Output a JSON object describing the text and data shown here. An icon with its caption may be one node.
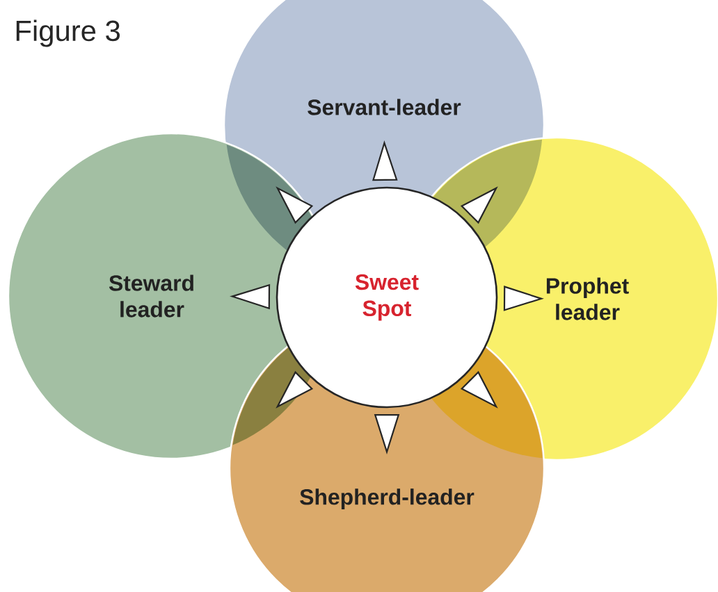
{
  "diagram": {
    "title": "Figure 3",
    "nodes": [
      {
        "text": [
          "Servant-leader"
        ]
      },
      {
        "text": [
          "Steward leader"
        ]
      },
      {
        "text": [
          "Prophet leader"
        ]
      },
      {
        "text": [
          "Shepherd-leader"
        ]
      },
      {
        "text": [
          "Sweet Spot"
        ]
      }
    ],
    "edges": [
      {
        "from": 4,
        "to": 0,
        "arrow": "to"
      },
      {
        "from": 4,
        "to": 1,
        "arrow": "to"
      },
      {
        "from": 4,
        "to": 2,
        "arrow": "to"
      },
      {
        "from": 4,
        "to": 3,
        "arrow": "to"
      },
      {
        "from": 4,
        "to": null,
        "arrow": "to"
      },
      {
        "from": 4,
        "to": null,
        "arrow": "to"
      },
      {
        "from": 4,
        "to": null,
        "arrow": "to"
      },
      {
        "from": 4,
        "to": null,
        "arrow": "to"
      }
    ]
  }
}
